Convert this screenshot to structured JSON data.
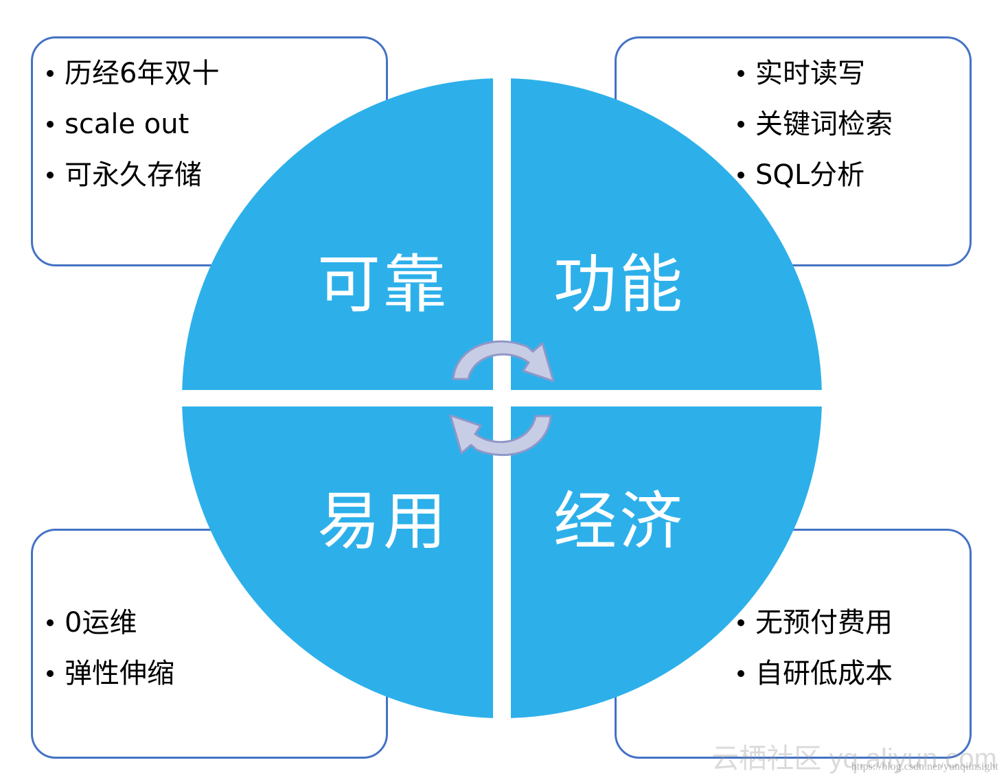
{
  "colors": {
    "quadrant_fill": "#2db0ea",
    "box_border": "#4472c4",
    "arrow_fill": "#c8cde6",
    "arrow_stroke": "#8f97c8"
  },
  "quadrants": {
    "top_left": "可靠",
    "top_right": "功能",
    "bottom_left": "易用",
    "bottom_right": "经济"
  },
  "boxes": {
    "top_left": [
      "历经6年双十",
      "scale out",
      "可永久存储"
    ],
    "top_right": [
      "实时读写",
      "关键词检索",
      "SQL分析"
    ],
    "bottom_left": [
      "0运维",
      "弹性伸缩"
    ],
    "bottom_right": [
      "无预付费用",
      "自研低成本"
    ]
  },
  "icons": {
    "cycle_arrows": "circular-arrows-icon"
  },
  "watermark": {
    "text": "云栖社区 yq.aliyun.com",
    "url": "https://blog.csdn.net/yunqiinsight"
  }
}
